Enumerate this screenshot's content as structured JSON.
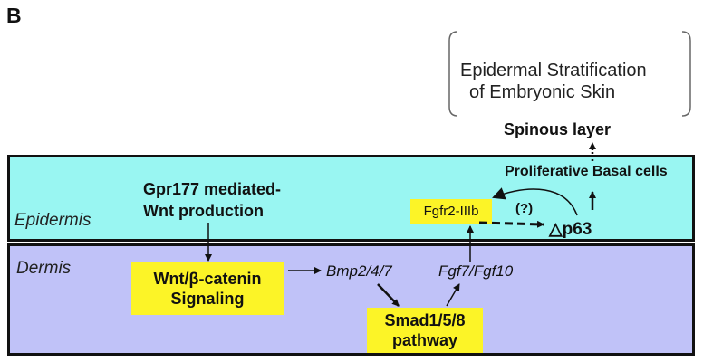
{
  "panel_letter": "B",
  "outcome": {
    "line1": "Epidermal Stratification",
    "line2": "of Embryonic Skin"
  },
  "spinous_layer": "Spinous layer",
  "proliferative_basal": "Proliferative Basal cells",
  "layers": {
    "epidermis": "Epidermis",
    "dermis": "Dermis"
  },
  "gpr177": {
    "line1": "Gpr177 mediated-",
    "line2": "Wnt production"
  },
  "fgfr2": "Fgfr2-IIIb",
  "question": "(?)",
  "p63": "△p63",
  "wnt_box": {
    "line1": "Wnt/β-catenin",
    "line2": "Signaling"
  },
  "bmp": "Bmp2/4/7",
  "fgf": "Fgf7/Fgf10",
  "smad_box": {
    "line1": "Smad1/5/8",
    "line2": "pathway"
  },
  "colors": {
    "epidermis": "#99f6f2",
    "dermis": "#c0c2f8",
    "highlight": "#fcf427"
  }
}
